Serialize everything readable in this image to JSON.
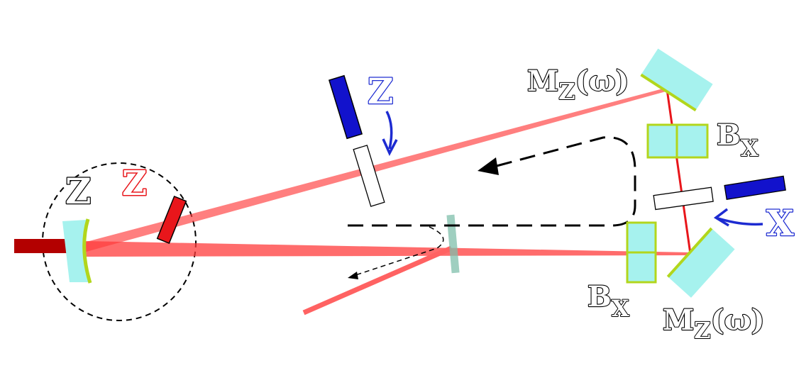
{
  "labels": {
    "z_left": "Z",
    "z_red": "Z",
    "z_blue": "Z",
    "x_blue": "X",
    "bx_top": {
      "main": "B",
      "sub": "X"
    },
    "bx_bottom": {
      "main": "B",
      "sub": "X"
    },
    "mz_top": {
      "main": "M",
      "sub": "Z",
      "tail": "(ω)"
    },
    "mz_bottom": {
      "main": "M",
      "sub": "Z",
      "tail": "(ω)"
    }
  },
  "colors": {
    "beam": "#ff3b3b",
    "beam_dark": "#b30000",
    "optic_fill": "#a6f2ee",
    "coating": "#b2d61c",
    "blue_element": "#1212cc",
    "red_element": "#e8161b",
    "arrow_blue": "#1d2bd1"
  }
}
